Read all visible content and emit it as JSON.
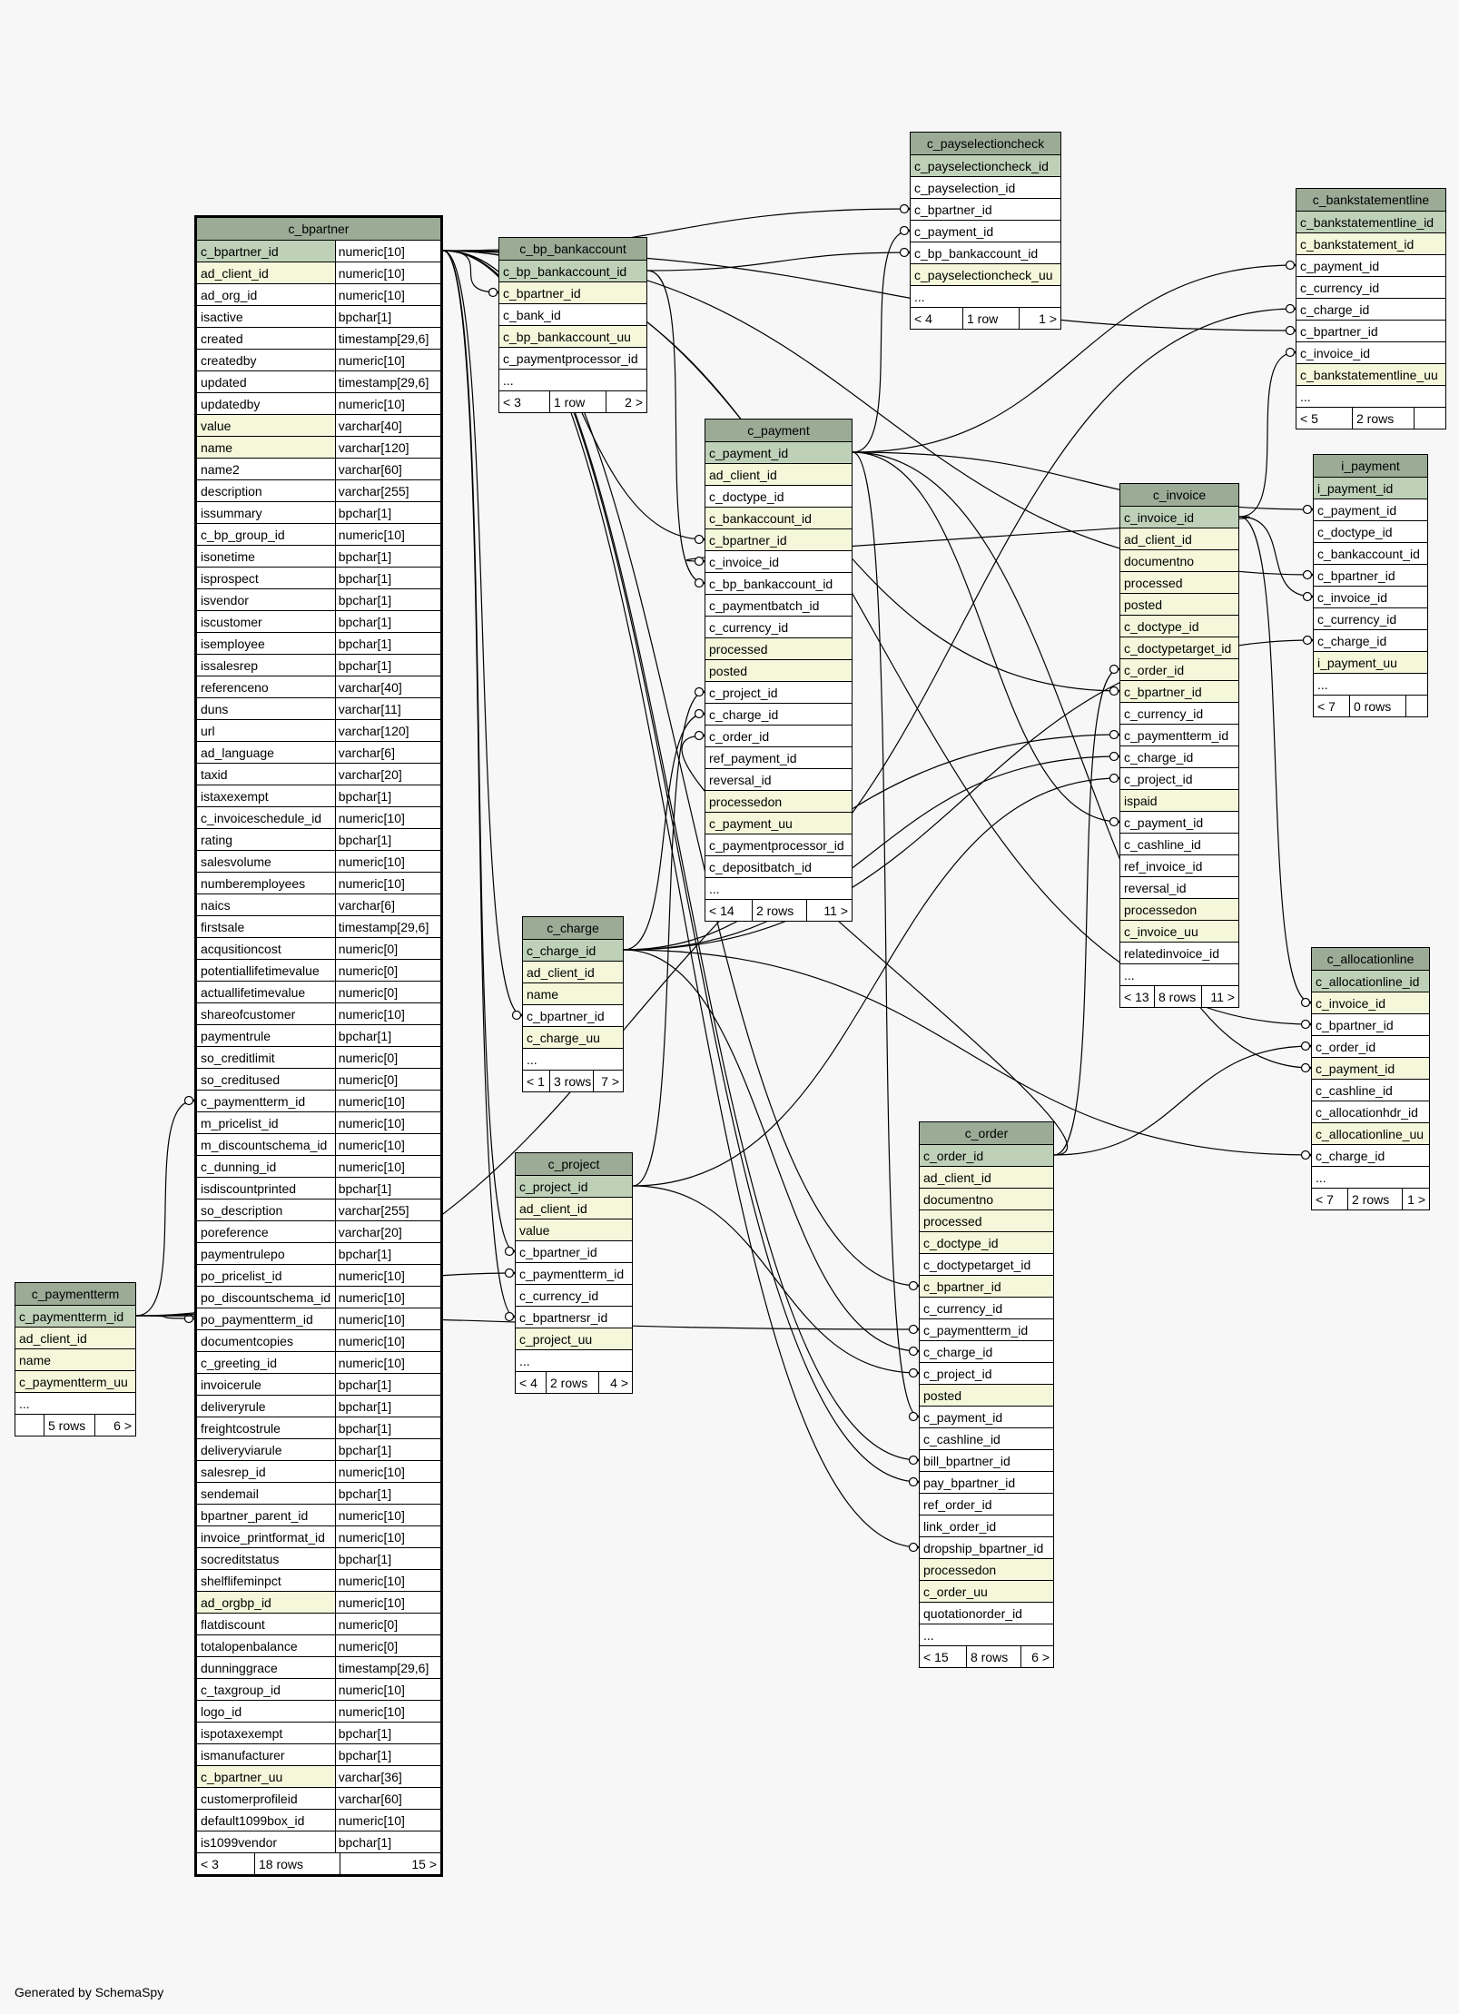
{
  "footer_text": "Generated by SchemaSpy",
  "tables": {
    "c_bpartner": {
      "name": "c_bpartner",
      "columns": [
        {
          "name": "c_bpartner_id",
          "type": "numeric[10]",
          "kind": "pk"
        },
        {
          "name": "ad_client_id",
          "type": "numeric[10]",
          "kind": "fk"
        },
        {
          "name": "ad_org_id",
          "type": "numeric[10]",
          "kind": ""
        },
        {
          "name": "isactive",
          "type": "bpchar[1]",
          "kind": ""
        },
        {
          "name": "created",
          "type": "timestamp[29,6]",
          "kind": ""
        },
        {
          "name": "createdby",
          "type": "numeric[10]",
          "kind": ""
        },
        {
          "name": "updated",
          "type": "timestamp[29,6]",
          "kind": ""
        },
        {
          "name": "updatedby",
          "type": "numeric[10]",
          "kind": ""
        },
        {
          "name": "value",
          "type": "varchar[40]",
          "kind": "fk"
        },
        {
          "name": "name",
          "type": "varchar[120]",
          "kind": "fk"
        },
        {
          "name": "name2",
          "type": "varchar[60]",
          "kind": ""
        },
        {
          "name": "description",
          "type": "varchar[255]",
          "kind": ""
        },
        {
          "name": "issummary",
          "type": "bpchar[1]",
          "kind": ""
        },
        {
          "name": "c_bp_group_id",
          "type": "numeric[10]",
          "kind": ""
        },
        {
          "name": "isonetime",
          "type": "bpchar[1]",
          "kind": ""
        },
        {
          "name": "isprospect",
          "type": "bpchar[1]",
          "kind": ""
        },
        {
          "name": "isvendor",
          "type": "bpchar[1]",
          "kind": ""
        },
        {
          "name": "iscustomer",
          "type": "bpchar[1]",
          "kind": ""
        },
        {
          "name": "isemployee",
          "type": "bpchar[1]",
          "kind": ""
        },
        {
          "name": "issalesrep",
          "type": "bpchar[1]",
          "kind": ""
        },
        {
          "name": "referenceno",
          "type": "varchar[40]",
          "kind": ""
        },
        {
          "name": "duns",
          "type": "varchar[11]",
          "kind": ""
        },
        {
          "name": "url",
          "type": "varchar[120]",
          "kind": ""
        },
        {
          "name": "ad_language",
          "type": "varchar[6]",
          "kind": ""
        },
        {
          "name": "taxid",
          "type": "varchar[20]",
          "kind": ""
        },
        {
          "name": "istaxexempt",
          "type": "bpchar[1]",
          "kind": ""
        },
        {
          "name": "c_invoiceschedule_id",
          "type": "numeric[10]",
          "kind": ""
        },
        {
          "name": "rating",
          "type": "bpchar[1]",
          "kind": ""
        },
        {
          "name": "salesvolume",
          "type": "numeric[10]",
          "kind": ""
        },
        {
          "name": "numberemployees",
          "type": "numeric[10]",
          "kind": ""
        },
        {
          "name": "naics",
          "type": "varchar[6]",
          "kind": ""
        },
        {
          "name": "firstsale",
          "type": "timestamp[29,6]",
          "kind": ""
        },
        {
          "name": "acqusitioncost",
          "type": "numeric[0]",
          "kind": ""
        },
        {
          "name": "potentiallifetimevalue",
          "type": "numeric[0]",
          "kind": ""
        },
        {
          "name": "actuallifetimevalue",
          "type": "numeric[0]",
          "kind": ""
        },
        {
          "name": "shareofcustomer",
          "type": "numeric[10]",
          "kind": ""
        },
        {
          "name": "paymentrule",
          "type": "bpchar[1]",
          "kind": ""
        },
        {
          "name": "so_creditlimit",
          "type": "numeric[0]",
          "kind": ""
        },
        {
          "name": "so_creditused",
          "type": "numeric[0]",
          "kind": ""
        },
        {
          "name": "c_paymentterm_id",
          "type": "numeric[10]",
          "kind": ""
        },
        {
          "name": "m_pricelist_id",
          "type": "numeric[10]",
          "kind": ""
        },
        {
          "name": "m_discountschema_id",
          "type": "numeric[10]",
          "kind": ""
        },
        {
          "name": "c_dunning_id",
          "type": "numeric[10]",
          "kind": ""
        },
        {
          "name": "isdiscountprinted",
          "type": "bpchar[1]",
          "kind": ""
        },
        {
          "name": "so_description",
          "type": "varchar[255]",
          "kind": ""
        },
        {
          "name": "poreference",
          "type": "varchar[20]",
          "kind": ""
        },
        {
          "name": "paymentrulepo",
          "type": "bpchar[1]",
          "kind": ""
        },
        {
          "name": "po_pricelist_id",
          "type": "numeric[10]",
          "kind": ""
        },
        {
          "name": "po_discountschema_id",
          "type": "numeric[10]",
          "kind": ""
        },
        {
          "name": "po_paymentterm_id",
          "type": "numeric[10]",
          "kind": ""
        },
        {
          "name": "documentcopies",
          "type": "numeric[10]",
          "kind": ""
        },
        {
          "name": "c_greeting_id",
          "type": "numeric[10]",
          "kind": ""
        },
        {
          "name": "invoicerule",
          "type": "bpchar[1]",
          "kind": ""
        },
        {
          "name": "deliveryrule",
          "type": "bpchar[1]",
          "kind": ""
        },
        {
          "name": "freightcostrule",
          "type": "bpchar[1]",
          "kind": ""
        },
        {
          "name": "deliveryviarule",
          "type": "bpchar[1]",
          "kind": ""
        },
        {
          "name": "salesrep_id",
          "type": "numeric[10]",
          "kind": ""
        },
        {
          "name": "sendemail",
          "type": "bpchar[1]",
          "kind": ""
        },
        {
          "name": "bpartner_parent_id",
          "type": "numeric[10]",
          "kind": ""
        },
        {
          "name": "invoice_printformat_id",
          "type": "numeric[10]",
          "kind": ""
        },
        {
          "name": "socreditstatus",
          "type": "bpchar[1]",
          "kind": ""
        },
        {
          "name": "shelflifeminpct",
          "type": "numeric[10]",
          "kind": ""
        },
        {
          "name": "ad_orgbp_id",
          "type": "numeric[10]",
          "kind": "fk"
        },
        {
          "name": "flatdiscount",
          "type": "numeric[0]",
          "kind": ""
        },
        {
          "name": "totalopenbalance",
          "type": "numeric[0]",
          "kind": ""
        },
        {
          "name": "dunninggrace",
          "type": "timestamp[29,6]",
          "kind": ""
        },
        {
          "name": "c_taxgroup_id",
          "type": "numeric[10]",
          "kind": ""
        },
        {
          "name": "logo_id",
          "type": "numeric[10]",
          "kind": ""
        },
        {
          "name": "ispotaxexempt",
          "type": "bpchar[1]",
          "kind": ""
        },
        {
          "name": "ismanufacturer",
          "type": "bpchar[1]",
          "kind": ""
        },
        {
          "name": "c_bpartner_uu",
          "type": "varchar[36]",
          "kind": "fk"
        },
        {
          "name": "customerprofileid",
          "type": "varchar[60]",
          "kind": ""
        },
        {
          "name": "default1099box_id",
          "type": "numeric[10]",
          "kind": ""
        },
        {
          "name": "is1099vendor",
          "type": "bpchar[1]",
          "kind": ""
        }
      ],
      "footer": [
        "< 3",
        "18 rows",
        "15 >"
      ]
    },
    "c_paymentterm": {
      "name": "c_paymentterm",
      "columns": [
        {
          "name": "c_paymentterm_id",
          "kind": "pk"
        },
        {
          "name": "ad_client_id",
          "kind": "fk"
        },
        {
          "name": "name",
          "kind": "fk"
        },
        {
          "name": "c_paymentterm_uu",
          "kind": "fk"
        },
        {
          "name": "...",
          "kind": ""
        }
      ],
      "footer": [
        "",
        "5 rows",
        "6 >"
      ]
    },
    "c_bp_bankaccount": {
      "name": "c_bp_bankaccount",
      "columns": [
        {
          "name": "c_bp_bankaccount_id",
          "kind": "pk"
        },
        {
          "name": "c_bpartner_id",
          "kind": "fk"
        },
        {
          "name": "c_bank_id",
          "kind": ""
        },
        {
          "name": "c_bp_bankaccount_uu",
          "kind": "fk"
        },
        {
          "name": "c_paymentprocessor_id",
          "kind": ""
        },
        {
          "name": "...",
          "kind": ""
        }
      ],
      "footer": [
        "< 3",
        "1 row",
        "2 >"
      ]
    },
    "c_payment": {
      "name": "c_payment",
      "columns": [
        {
          "name": "c_payment_id",
          "kind": "pk"
        },
        {
          "name": "ad_client_id",
          "kind": "fk"
        },
        {
          "name": "c_doctype_id",
          "kind": ""
        },
        {
          "name": "c_bankaccount_id",
          "kind": "fk"
        },
        {
          "name": "c_bpartner_id",
          "kind": "fk"
        },
        {
          "name": "c_invoice_id",
          "kind": ""
        },
        {
          "name": "c_bp_bankaccount_id",
          "kind": ""
        },
        {
          "name": "c_paymentbatch_id",
          "kind": ""
        },
        {
          "name": "c_currency_id",
          "kind": ""
        },
        {
          "name": "processed",
          "kind": "fk"
        },
        {
          "name": "posted",
          "kind": "fk"
        },
        {
          "name": "c_project_id",
          "kind": ""
        },
        {
          "name": "c_charge_id",
          "kind": ""
        },
        {
          "name": "c_order_id",
          "kind": ""
        },
        {
          "name": "ref_payment_id",
          "kind": ""
        },
        {
          "name": "reversal_id",
          "kind": ""
        },
        {
          "name": "processedon",
          "kind": "fk"
        },
        {
          "name": "c_payment_uu",
          "kind": "fk"
        },
        {
          "name": "c_paymentprocessor_id",
          "kind": ""
        },
        {
          "name": "c_depositbatch_id",
          "kind": ""
        },
        {
          "name": "...",
          "kind": ""
        }
      ],
      "footer": [
        "< 14",
        "2 rows",
        "11 >"
      ]
    },
    "c_payselectioncheck": {
      "name": "c_payselectioncheck",
      "columns": [
        {
          "name": "c_payselectioncheck_id",
          "kind": "pk"
        },
        {
          "name": "c_payselection_id",
          "kind": ""
        },
        {
          "name": "c_bpartner_id",
          "kind": ""
        },
        {
          "name": "c_payment_id",
          "kind": ""
        },
        {
          "name": "c_bp_bankaccount_id",
          "kind": ""
        },
        {
          "name": "c_payselectioncheck_uu",
          "kind": "fk"
        },
        {
          "name": "...",
          "kind": ""
        }
      ],
      "footer": [
        "< 4",
        "1 row",
        "1 >"
      ]
    },
    "c_bankstatementline": {
      "name": "c_bankstatementline",
      "columns": [
        {
          "name": "c_bankstatementline_id",
          "kind": "pk"
        },
        {
          "name": "c_bankstatement_id",
          "kind": "fk"
        },
        {
          "name": "c_payment_id",
          "kind": ""
        },
        {
          "name": "c_currency_id",
          "kind": ""
        },
        {
          "name": "c_charge_id",
          "kind": ""
        },
        {
          "name": "c_bpartner_id",
          "kind": ""
        },
        {
          "name": "c_invoice_id",
          "kind": ""
        },
        {
          "name": "c_bankstatementline_uu",
          "kind": "fk"
        },
        {
          "name": "...",
          "kind": ""
        }
      ],
      "footer": [
        "< 5",
        "2 rows",
        ""
      ]
    },
    "i_payment": {
      "name": "i_payment",
      "columns": [
        {
          "name": "i_payment_id",
          "kind": "pk"
        },
        {
          "name": "c_payment_id",
          "kind": ""
        },
        {
          "name": "c_doctype_id",
          "kind": ""
        },
        {
          "name": "c_bankaccount_id",
          "kind": ""
        },
        {
          "name": "c_bpartner_id",
          "kind": ""
        },
        {
          "name": "c_invoice_id",
          "kind": ""
        },
        {
          "name": "c_currency_id",
          "kind": ""
        },
        {
          "name": "c_charge_id",
          "kind": ""
        },
        {
          "name": "i_payment_uu",
          "kind": "fk"
        },
        {
          "name": "...",
          "kind": ""
        }
      ],
      "footer": [
        "< 7",
        "0 rows",
        ""
      ]
    },
    "c_invoice": {
      "name": "c_invoice",
      "columns": [
        {
          "name": "c_invoice_id",
          "kind": "pk"
        },
        {
          "name": "ad_client_id",
          "kind": "fk"
        },
        {
          "name": "documentno",
          "kind": "fk"
        },
        {
          "name": "processed",
          "kind": "fk"
        },
        {
          "name": "posted",
          "kind": "fk"
        },
        {
          "name": "c_doctype_id",
          "kind": "fk"
        },
        {
          "name": "c_doctypetarget_id",
          "kind": "fk"
        },
        {
          "name": "c_order_id",
          "kind": "fk"
        },
        {
          "name": "c_bpartner_id",
          "kind": "fk"
        },
        {
          "name": "c_currency_id",
          "kind": ""
        },
        {
          "name": "c_paymentterm_id",
          "kind": ""
        },
        {
          "name": "c_charge_id",
          "kind": ""
        },
        {
          "name": "c_project_id",
          "kind": ""
        },
        {
          "name": "ispaid",
          "kind": "fk"
        },
        {
          "name": "c_payment_id",
          "kind": ""
        },
        {
          "name": "c_cashline_id",
          "kind": ""
        },
        {
          "name": "ref_invoice_id",
          "kind": ""
        },
        {
          "name": "reversal_id",
          "kind": ""
        },
        {
          "name": "processedon",
          "kind": "fk"
        },
        {
          "name": "c_invoice_uu",
          "kind": "fk"
        },
        {
          "name": "relatedinvoice_id",
          "kind": ""
        },
        {
          "name": "...",
          "kind": ""
        }
      ],
      "footer": [
        "< 13",
        "8 rows",
        "11 >"
      ]
    },
    "c_charge": {
      "name": "c_charge",
      "columns": [
        {
          "name": "c_charge_id",
          "kind": "pk"
        },
        {
          "name": "ad_client_id",
          "kind": "fk"
        },
        {
          "name": "name",
          "kind": "fk"
        },
        {
          "name": "c_bpartner_id",
          "kind": ""
        },
        {
          "name": "c_charge_uu",
          "kind": "fk"
        },
        {
          "name": "...",
          "kind": ""
        }
      ],
      "footer": [
        "< 1",
        "3 rows",
        "7 >"
      ]
    },
    "c_project": {
      "name": "c_project",
      "columns": [
        {
          "name": "c_project_id",
          "kind": "pk"
        },
        {
          "name": "ad_client_id",
          "kind": "fk"
        },
        {
          "name": "value",
          "kind": "fk"
        },
        {
          "name": "c_bpartner_id",
          "kind": ""
        },
        {
          "name": "c_paymentterm_id",
          "kind": ""
        },
        {
          "name": "c_currency_id",
          "kind": ""
        },
        {
          "name": "c_bpartnersr_id",
          "kind": ""
        },
        {
          "name": "c_project_uu",
          "kind": "fk"
        },
        {
          "name": "...",
          "kind": ""
        }
      ],
      "footer": [
        "< 4",
        "2 rows",
        "4 >"
      ]
    },
    "c_allocationline": {
      "name": "c_allocationline",
      "columns": [
        {
          "name": "c_allocationline_id",
          "kind": "pk"
        },
        {
          "name": "c_invoice_id",
          "kind": "fk"
        },
        {
          "name": "c_bpartner_id",
          "kind": ""
        },
        {
          "name": "c_order_id",
          "kind": ""
        },
        {
          "name": "c_payment_id",
          "kind": "fk"
        },
        {
          "name": "c_cashline_id",
          "kind": ""
        },
        {
          "name": "c_allocationhdr_id",
          "kind": ""
        },
        {
          "name": "c_allocationline_uu",
          "kind": "fk"
        },
        {
          "name": "c_charge_id",
          "kind": ""
        },
        {
          "name": "...",
          "kind": ""
        }
      ],
      "footer": [
        "< 7",
        "2 rows",
        "1 >"
      ]
    },
    "c_order": {
      "name": "c_order",
      "columns": [
        {
          "name": "c_order_id",
          "kind": "pk"
        },
        {
          "name": "ad_client_id",
          "kind": "fk"
        },
        {
          "name": "documentno",
          "kind": "fk"
        },
        {
          "name": "processed",
          "kind": "fk"
        },
        {
          "name": "c_doctype_id",
          "kind": "fk"
        },
        {
          "name": "c_doctypetarget_id",
          "kind": ""
        },
        {
          "name": "c_bpartner_id",
          "kind": "fk"
        },
        {
          "name": "c_currency_id",
          "kind": ""
        },
        {
          "name": "c_paymentterm_id",
          "kind": ""
        },
        {
          "name": "c_charge_id",
          "kind": ""
        },
        {
          "name": "c_project_id",
          "kind": ""
        },
        {
          "name": "posted",
          "kind": "fk"
        },
        {
          "name": "c_payment_id",
          "kind": ""
        },
        {
          "name": "c_cashline_id",
          "kind": ""
        },
        {
          "name": "bill_bpartner_id",
          "kind": ""
        },
        {
          "name": "pay_bpartner_id",
          "kind": ""
        },
        {
          "name": "ref_order_id",
          "kind": ""
        },
        {
          "name": "link_order_id",
          "kind": ""
        },
        {
          "name": "dropship_bpartner_id",
          "kind": ""
        },
        {
          "name": "processedon",
          "kind": "fk"
        },
        {
          "name": "c_order_uu",
          "kind": "fk"
        },
        {
          "name": "quotationorder_id",
          "kind": ""
        },
        {
          "name": "...",
          "kind": ""
        }
      ],
      "footer": [
        "< 15",
        "8 rows",
        "6 >"
      ]
    }
  }
}
